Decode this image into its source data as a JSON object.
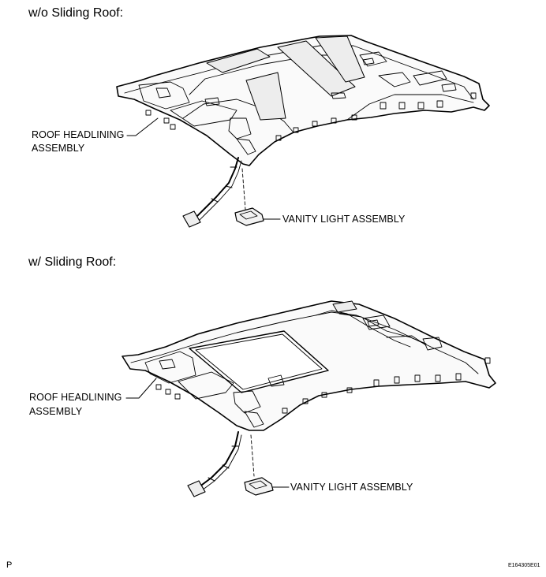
{
  "figure": {
    "id": "E164305E01",
    "page_marker": "P",
    "diagrams": [
      {
        "heading": "w/o Sliding Roof:",
        "headlining_label": [
          "ROOF HEADLINING",
          "ASSEMBLY"
        ],
        "vanity_label": "VANITY LIGHT ASSEMBLY"
      },
      {
        "heading": "w/ Sliding Roof:",
        "headlining_label": [
          "ROOF HEADLINING",
          "ASSEMBLY"
        ],
        "vanity_label": "VANITY LIGHT ASSEMBLY"
      }
    ]
  }
}
